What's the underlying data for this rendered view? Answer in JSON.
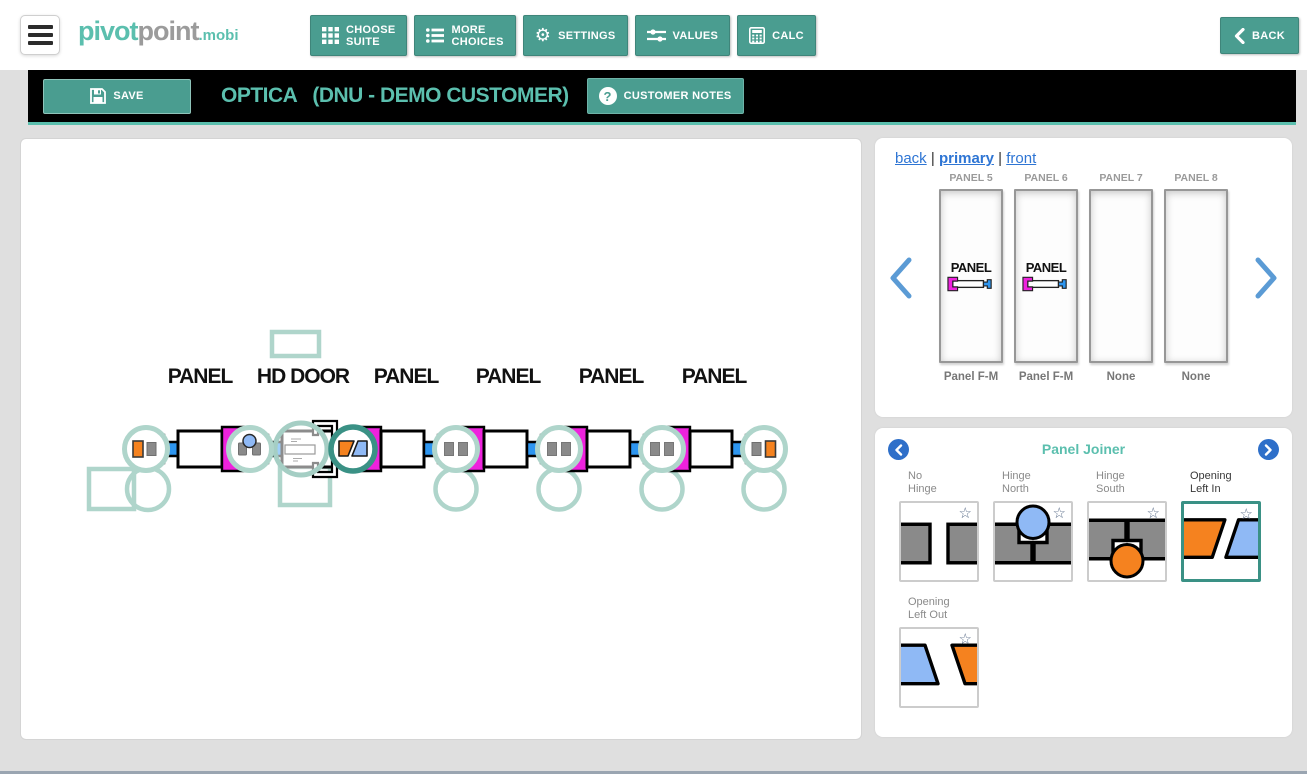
{
  "header": {
    "logo": {
      "part1": "pivot",
      "part2": "point",
      "part3": ".mobi"
    },
    "buttons": {
      "choose_suite": {
        "line1": "CHOOSE",
        "line2": "SUITE"
      },
      "more_choices": {
        "line1": "MORE",
        "line2": "CHOICES"
      },
      "settings": "SETTINGS",
      "values": "VALUES",
      "calc": "CALC",
      "back": "BACK"
    }
  },
  "toolbar": {
    "save_label": "SAVE",
    "title": "OPTICA",
    "subtitle": "(DNU - DEMO CUSTOMER)",
    "customer_notes_label": "CUSTOMER NOTES"
  },
  "canvas": {
    "segments": [
      "PANEL",
      "HD DOOR",
      "PANEL",
      "PANEL",
      "PANEL",
      "PANEL"
    ]
  },
  "panel_selector": {
    "views": [
      {
        "label": "back",
        "active": false
      },
      {
        "label": "primary",
        "active": true
      },
      {
        "label": "front",
        "active": false
      }
    ],
    "separator": "|",
    "panels": [
      {
        "name": "PANEL 5",
        "type": "Panel F-M",
        "diagram_label": "PANEL"
      },
      {
        "name": "PANEL 6",
        "type": "Panel F-M",
        "diagram_label": "PANEL"
      },
      {
        "name": "PANEL 7",
        "type": "None",
        "diagram_label": ""
      },
      {
        "name": "PANEL 8",
        "type": "None",
        "diagram_label": ""
      }
    ]
  },
  "joiner": {
    "title": "Panel Joiner",
    "star_glyph": "☆",
    "options": [
      {
        "line1": "No",
        "line2": "Hinge",
        "selected": false
      },
      {
        "line1": "Hinge",
        "line2": "North",
        "selected": false
      },
      {
        "line1": "Hinge",
        "line2": "South",
        "selected": false
      },
      {
        "line1": "Opening",
        "line2": "Left In",
        "selected": true
      },
      {
        "line1": "Opening",
        "line2": "Left Out",
        "selected": false
      }
    ]
  },
  "colors": {
    "accent_teal": "#4a9d90",
    "highlight_teal": "#5bbfae",
    "selected_ring_teal": "#3a9185",
    "drop_zone_teal": "#afd5cb",
    "link_blue": "#2e75d4",
    "chevron_blue": "#5b9bd5",
    "connector_blue": "#2e96f0",
    "connector_magenta": "#ee22dd",
    "hinge_orange": "#f5821f",
    "hinge_blue": "#8fb9f5",
    "toolbar_black": "#000000"
  }
}
